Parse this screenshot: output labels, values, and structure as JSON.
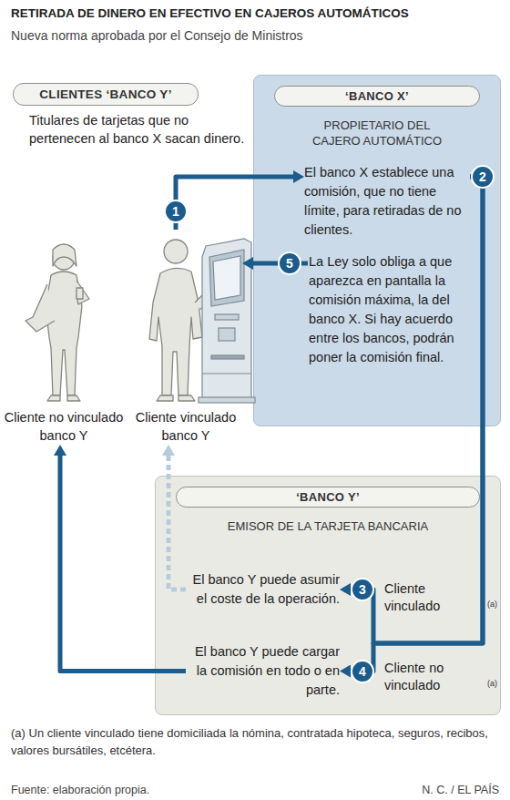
{
  "diagram": {
    "title": "RETIRADA DE DINERO EN EFECTIVO EN CAJEROS AUTOMÁTICOS",
    "nodes": [
      {
        "text": [
          "CLIENTES ‘BANCO Y’"
        ]
      },
      {
        "text": [
          "‘BANCO X’",
          "PROPIETARIO DEL CAJERO AUTOMÁTICO"
        ]
      },
      {
        "text": [
          "El banco X establece una comisión, que no tiene límite, para retiradas de no clientes."
        ],
        "in": 1
      },
      {
        "text": [
          "La Ley solo obliga a que aparezca en pantalla la comisión máxima, la del banco X. Si hay acuerdo entre los bancos, podrán poner la comisión final."
        ],
        "in": 1
      },
      {
        "text": [
          "Cliente vinculado banco Y"
        ]
      },
      {
        "text": [
          "Cliente no vinculado banco Y"
        ]
      },
      {
        "text": [
          "‘BANCO Y’",
          "EMISOR DE LA TARJETA BANCARIA"
        ]
      },
      {
        "text": [
          "El banco Y puede asumir el coste de la operación."
        ],
        "in": 6
      },
      {
        "text": [
          "El banco Y puede cargar la comisión en todo o en parte."
        ],
        "in": 6
      }
    ],
    "edges": [
      {
        "from": 4,
        "to": 2,
        "arrow": "to"
      },
      {
        "from": 2,
        "to": 7,
        "arrow": "to"
      },
      {
        "from": 2,
        "to": 8,
        "arrow": "to"
      },
      {
        "from": 7,
        "to": 4,
        "arrow": "to"
      },
      {
        "from": 8,
        "to": 5,
        "arrow": "to"
      }
    ],
    "labels": [
      "Nueva norma aprobada por el Consejo de Ministros",
      "Titulares de tarjetas que no pertenecen al banco X sacan dinero.",
      "1",
      "2",
      "3",
      "4",
      "5",
      "Cliente vinculado",
      "(a)",
      "Cliente no vinculado",
      "(a)",
      "(a) Un cliente vinculado tiene domiciliada la nómina, contratada hipoteca, seguros, recibos, valores bursátiles, etcétera.",
      "Fuente: elaboración propia.",
      "N. C. / EL PAÍS"
    ]
  }
}
